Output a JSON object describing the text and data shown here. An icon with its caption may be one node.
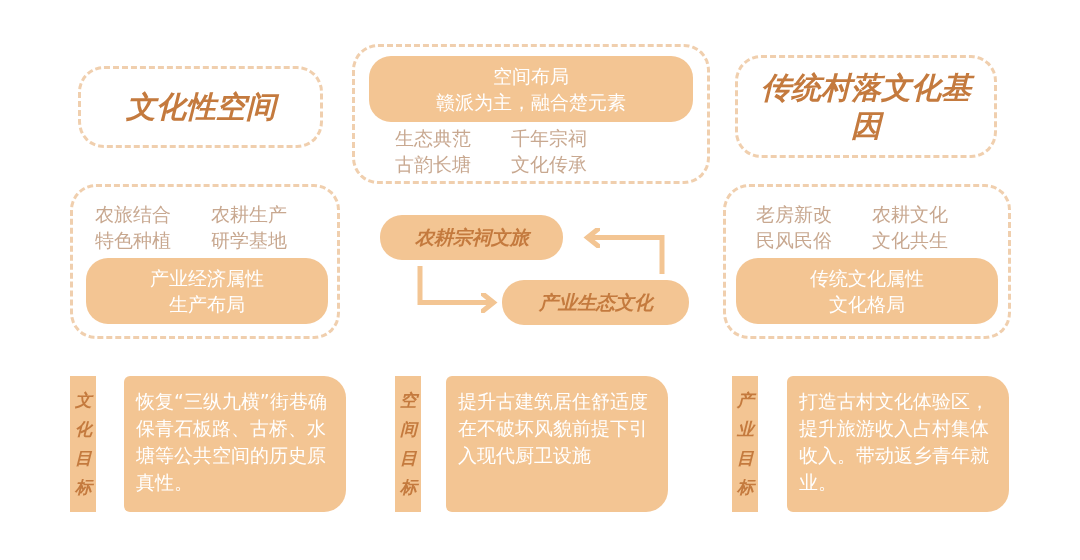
{
  "diagram": {
    "nodes": [
      {
        "text": [
          "文化性空间"
        ]
      },
      {
        "text": [
          "生态典范",
          "千年宗祠",
          "古韵长塘",
          "文化传承"
        ]
      },
      {
        "text": [
          "空间布局",
          "赣派为主，融合楚元素"
        ],
        "in": 1
      },
      {
        "text": [
          "传统村落文化基因"
        ]
      },
      {
        "text": [
          "农旅结合",
          "农耕生产",
          "特色种植",
          "研学基地"
        ]
      },
      {
        "text": [
          "产业经济属性",
          "生产布局"
        ],
        "in": 4
      },
      {
        "text": [
          "农耕宗祠文旅"
        ]
      },
      {
        "text": [
          "产业生态文化"
        ]
      },
      {
        "text": [
          "老房新改",
          "农耕文化",
          "民风民俗",
          "文化共生"
        ]
      },
      {
        "text": [
          "传统文化属性",
          "文化格局"
        ],
        "in": 8
      },
      {
        "text": [
          "文化目标"
        ]
      },
      {
        "text": [
          "恢复“三纵九横”街巷确保青石板路、古桥、水塘等公共空间的历史原真性。"
        ]
      },
      {
        "text": [
          "空间目标"
        ]
      },
      {
        "text": [
          "提升古建筑居住舒适度在不破坏风貌前提下引入现代厨卫设施"
        ]
      },
      {
        "text": [
          "产业目标"
        ]
      },
      {
        "text": [
          "打造古村文化体验区，提升旅游收入占村集体收入。带动返乡青年就业。"
        ]
      }
    ],
    "edges": [
      {
        "from": 6,
        "to": 7,
        "arrow": "to"
      },
      {
        "from": 7,
        "to": 6,
        "arrow": "to"
      }
    ]
  }
}
